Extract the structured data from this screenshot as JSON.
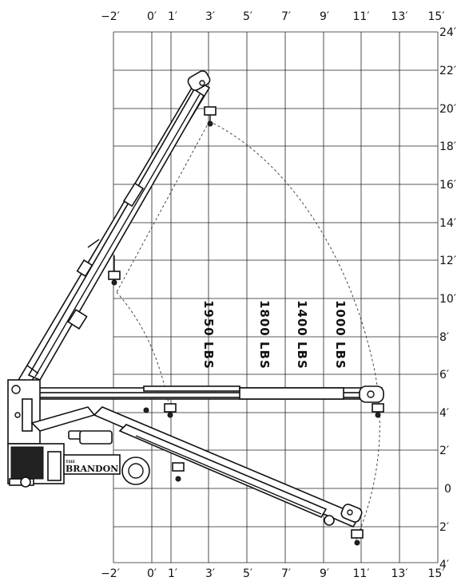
{
  "x_ticks": [
    "−2′",
    "0′",
    "1′",
    "3′",
    "5′",
    "7′",
    "9′",
    "11′",
    "13′",
    "15′"
  ],
  "y_ticks": [
    "24′",
    "22′",
    "20′",
    "18′",
    "16′",
    "14′",
    "12′",
    "10′",
    "8′",
    "6′",
    "4′",
    "2′",
    "0",
    "2′",
    "4′"
  ],
  "capacities": [
    "1950 LBS",
    "1800 LBS",
    "1400 LBS",
    "1000 LBS"
  ],
  "brand": {
    "prefix": "THE",
    "name": "BRANDON"
  }
}
